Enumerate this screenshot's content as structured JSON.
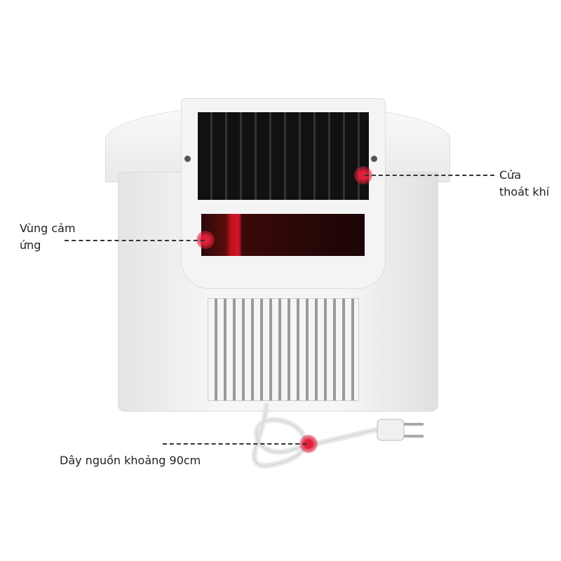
{
  "annotations": {
    "exhaust": {
      "line1": "Cửa",
      "line2": "thoát khí"
    },
    "sensor": {
      "line1": "Vùng cảm",
      "line2": "ứng"
    },
    "cord": "Dây nguồn khoảng 90cm"
  },
  "colors": {
    "marker": "#e0203a",
    "body": "#f2f2f2",
    "vent": "#1c1c1c"
  }
}
